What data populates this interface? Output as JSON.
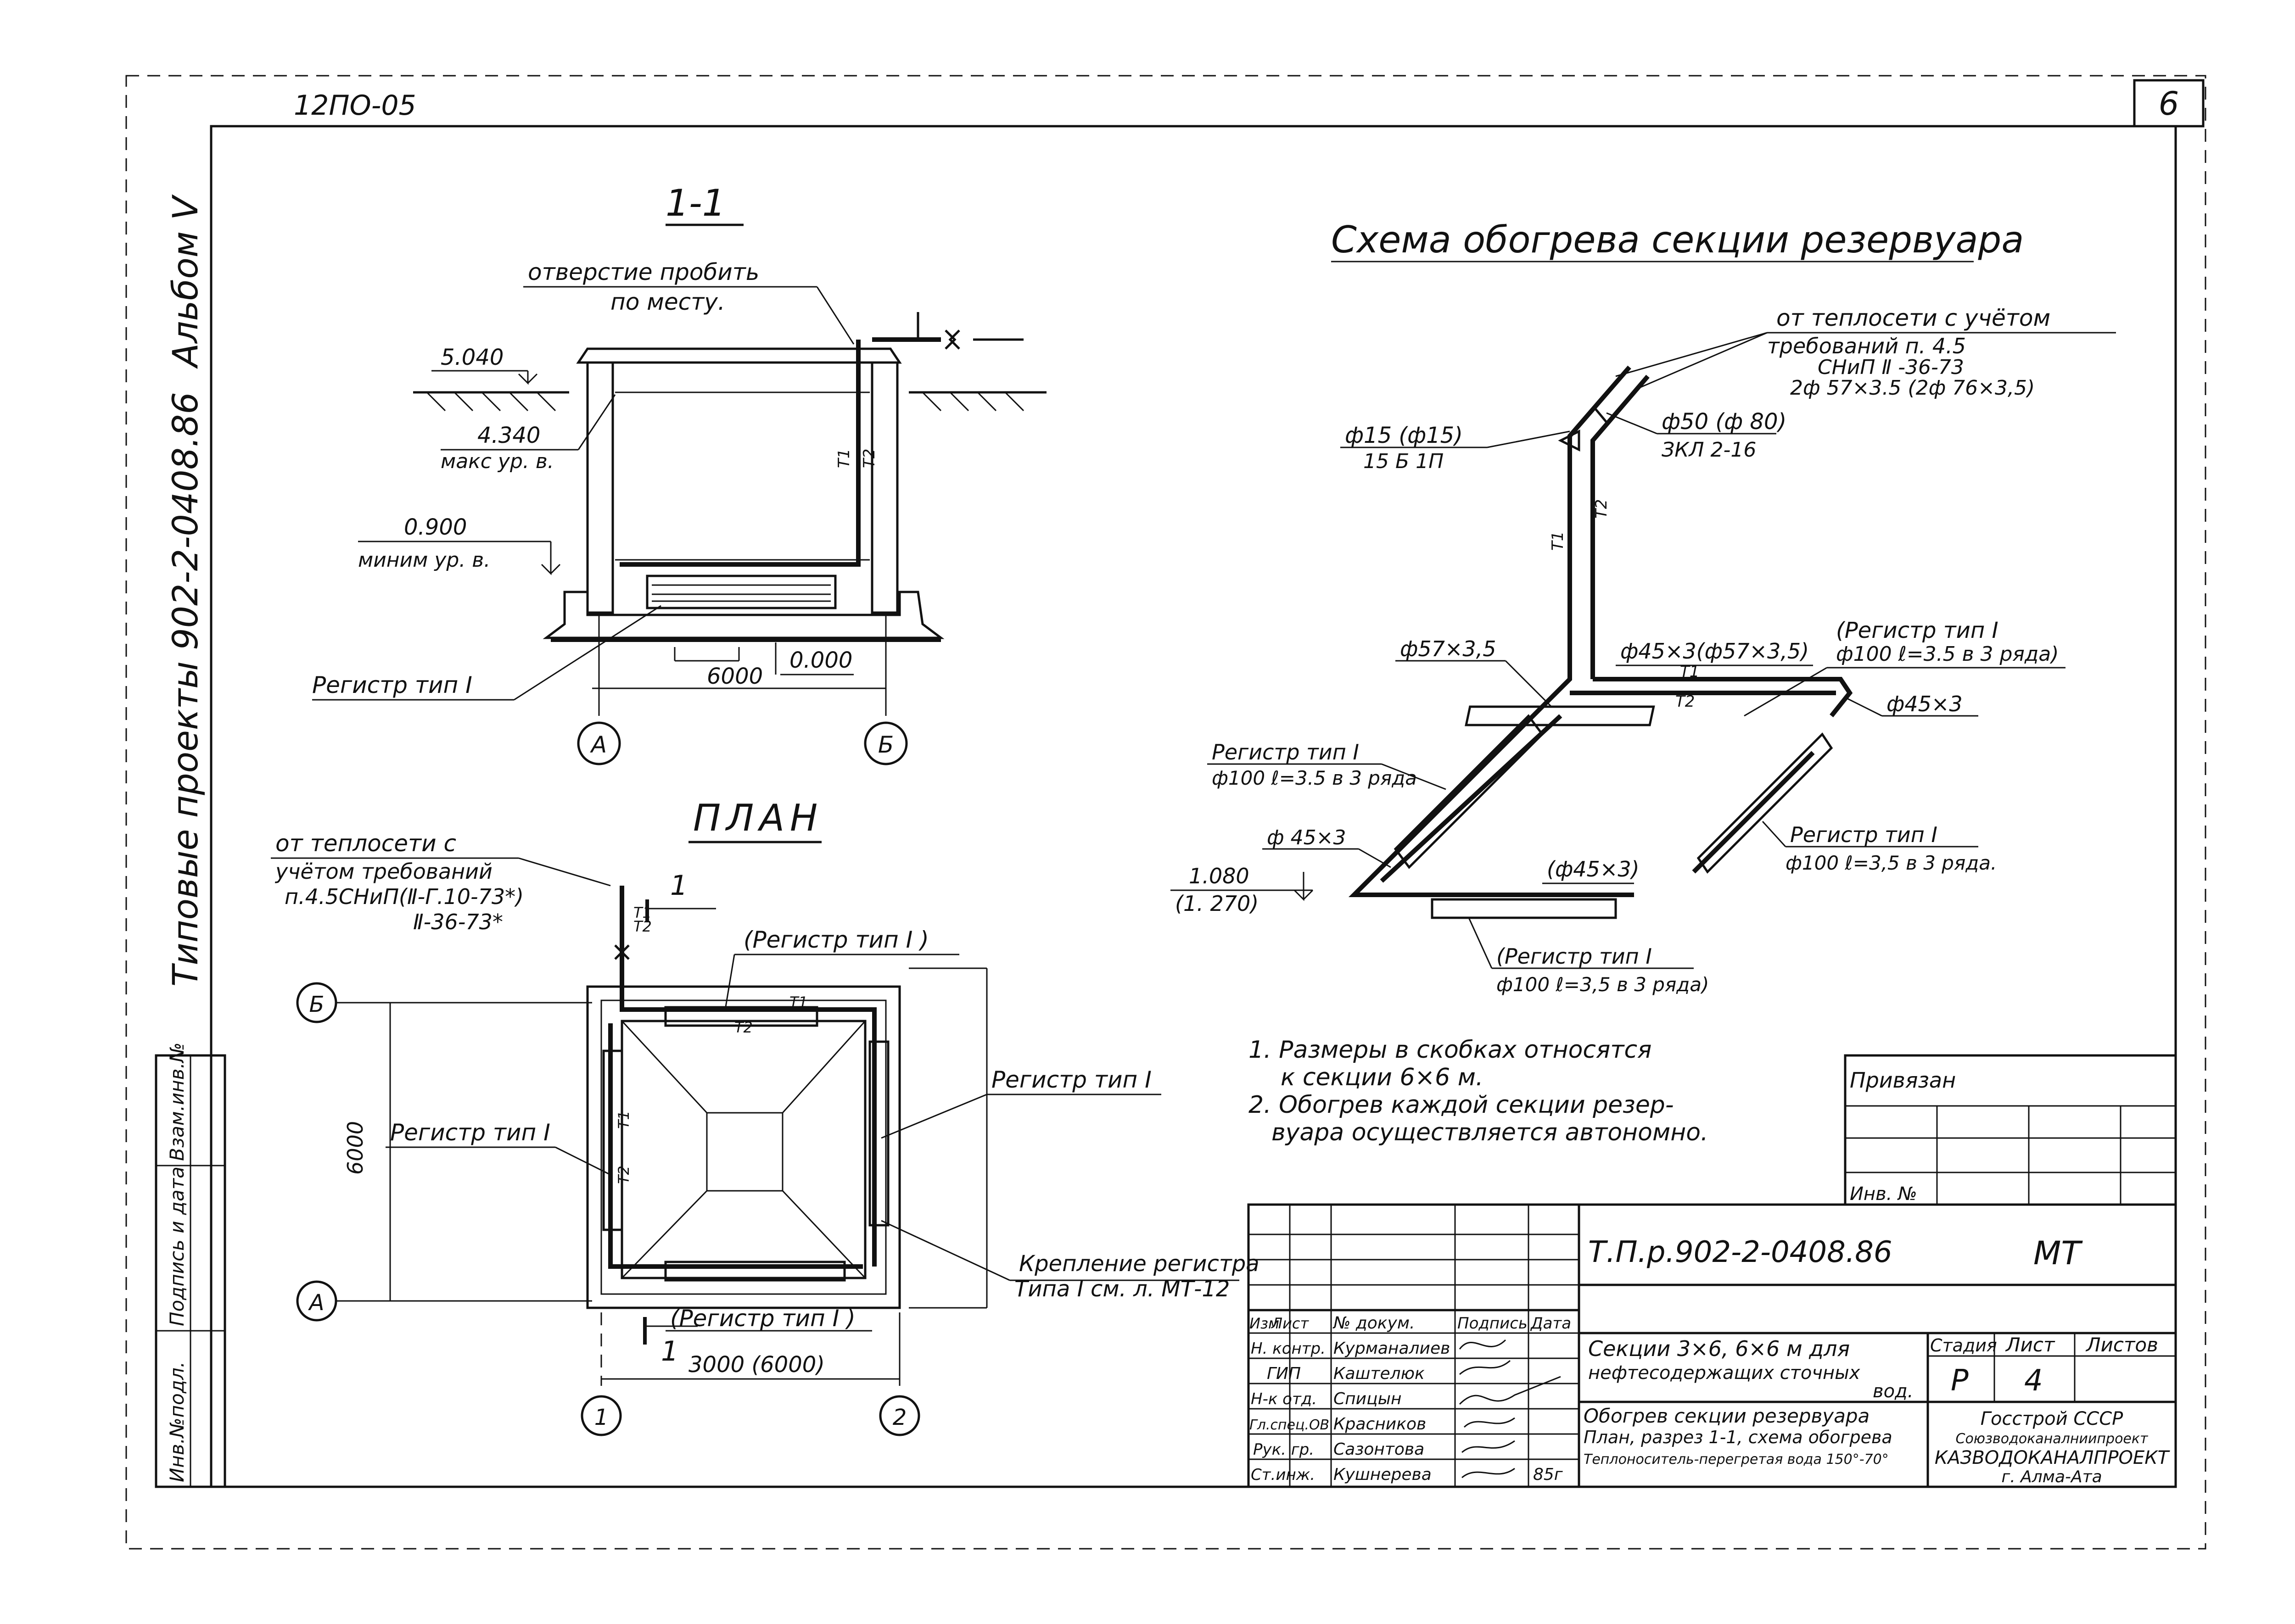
{
  "header": {
    "code": "12ПО-05",
    "page_number": "6"
  },
  "side_stamp": {
    "album": "Альбом Ⅴ",
    "project": "Типовые проекты 902-2-0408.86",
    "col_inv_no": "Инв.№подл.",
    "col_signature_date": "Подпись и дата",
    "col_replace_inv": "Взам.инв.№"
  },
  "section_1_1": {
    "title": "1-1",
    "note_hole_line1": "отверстие пробить",
    "note_hole_line2": "по месту.",
    "elev_top": "5.040",
    "elev_max": "4.340",
    "elev_max_label": "макс ур. в.",
    "elev_min": "0.900",
    "elev_min_label": "миним ур. в.",
    "elev_zero": "0.000",
    "register_label": "Регистр тип Ⅰ",
    "width_dim": "6000",
    "axis_a": "А",
    "axis_b": "Б",
    "pipe_t1": "Т1",
    "pipe_t2": "Т2"
  },
  "plan": {
    "title": "ПЛАН",
    "heat_note_line1": "от теплосети с",
    "heat_note_line2": "учётом требований",
    "heat_note_line3": "п.4.5СНиП(Ⅱ-Г.10-73*)",
    "heat_note_line4": "Ⅱ-36-73*",
    "cut_mark": "1",
    "register_top": "(Регистр тип Ⅰ )",
    "register_left": "Регистр тип Ⅰ",
    "register_right": "Регистр тип Ⅰ",
    "register_bottom": "(Регистр тип Ⅰ )",
    "fastening_line1": "Крепление регистра",
    "fastening_line2": "Типа Ⅰ см. л. МТ-12",
    "dim_vertical": "6000",
    "dim_horizontal": "3000 (6000)",
    "axis_b": "Б",
    "axis_a": "А",
    "axis_1": "1",
    "axis_2": "2",
    "pipe_t1": "Т1",
    "pipe_t2": "Т2"
  },
  "scheme": {
    "title": "Схема обогрева секции резервуара",
    "supply_line1": "от теплосети с учётом",
    "supply_line2": "требований п. 4.5",
    "supply_line3": "СНиП Ⅱ -36-73",
    "supply_line4": "2ф 57×3.5 (2ф 76×3,5)",
    "valve_left_line1": "ф15 (ф15)",
    "valve_left_line2": "15 Б 1П",
    "valve_right_line1": "ф50 (ф 80)",
    "valve_right_line2": "ЗКЛ 2-16",
    "pipe_57": "ф57×3,5",
    "pipe_45_top": "ф45×3(ф57×3,5)",
    "reg_top_line1": "(Регистр тип Ⅰ",
    "reg_top_line2": "ф100 ℓ=3.5 в 3 ряда)",
    "pipe_45_right": "ф45×3",
    "reg_left_line1": "Регистр тип Ⅰ",
    "reg_left_line2": "ф100 ℓ=3.5 в 3 ряда",
    "pipe_45_left": "ф 45×3",
    "elev_line1": "1.080",
    "elev_line2": "(1. 270)",
    "pipe_45_bottom": "(ф45×3)",
    "reg_right_line1": "Регистр тип Ⅰ",
    "reg_right_line2": "ф100 ℓ=3,5 в 3 ряда.",
    "reg_bottom_line1": "(Регистр тип Ⅰ",
    "reg_bottom_line2": "ф100 ℓ=3,5 в 3 ряда)",
    "pipe_t1": "Т1",
    "pipe_t2": "Т2"
  },
  "notes": {
    "n1_line1": "1. Размеры в скобках относятся",
    "n1_line2": "к секции 6×6 м.",
    "n2_line1": "2. Обогрев каждой секции резер-",
    "n2_line2": "вуара осуществляется автономно."
  },
  "binding": {
    "label": "Привязан",
    "inv_label": "Инв. №"
  },
  "title_block": {
    "doc_code": "Т.П.р.902-2-0408.86",
    "mark": "МТ",
    "col_change": "Изм",
    "col_sheet": "Лист",
    "col_doc_no": "№ докум.",
    "col_sign": "Подпись",
    "col_date": "Дата",
    "staff": [
      {
        "role": "Н. контр.",
        "name": "Курманалиев"
      },
      {
        "role": "ГИП",
        "name": "Каштелюк"
      },
      {
        "role": "Н-к отд.",
        "name": "Спицын"
      },
      {
        "role": "Гл.спец.ОВ",
        "name": "Красников"
      },
      {
        "role": "Рук. гр.",
        "name": "Сазонтова"
      },
      {
        "role": "Ст.инж.",
        "name": "Кушнерева"
      }
    ],
    "date_value": "85г",
    "object_line1": "Секции 3×6, 6×6 м для",
    "object_line2": "нефтесодержащих сточных",
    "object_line3": "вод.",
    "sheet_line1": "Обогрев секции резервуара",
    "sheet_line2": "План, разрез 1-1, схема обогрева",
    "sheet_line3": "Теплоноситель-перегретая вода 150°-70°",
    "col_stage": "Стадия",
    "col_list": "Лист",
    "col_lists": "Листов",
    "stage_value": "Р",
    "list_value": "4",
    "org_line1": "Госстрой СССР",
    "org_line2": "Союзводоканалниипроект",
    "org_line3": "КАЗВОДОКАНАЛПРОЕКТ",
    "org_line4": "г. Алма-Ата"
  }
}
